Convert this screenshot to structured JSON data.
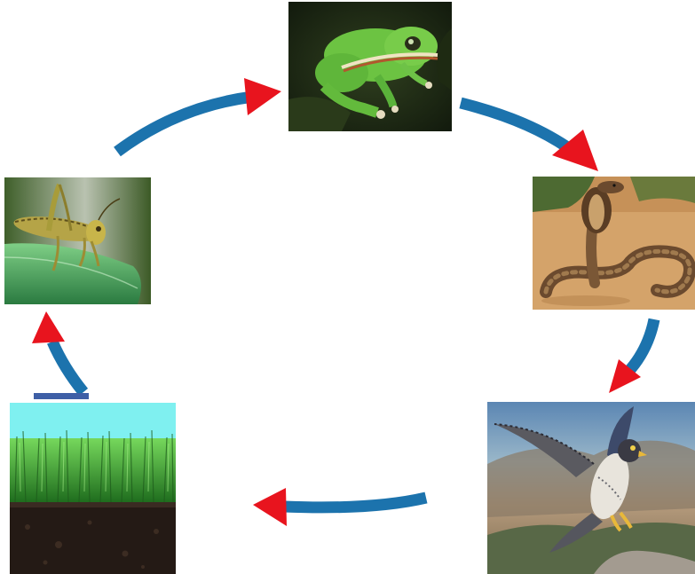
{
  "diagram": {
    "type": "food-chain-cycle",
    "organisms": [
      {
        "id": "frog",
        "icon": "frog-icon"
      },
      {
        "id": "cobra",
        "icon": "cobra-icon"
      },
      {
        "id": "falcon",
        "icon": "falcon-icon"
      },
      {
        "id": "grass",
        "icon": "grass-icon"
      },
      {
        "id": "grasshopper",
        "icon": "grasshopper-icon"
      }
    ],
    "links": [
      {
        "from": "grasshopper",
        "to": "frog"
      },
      {
        "from": "frog",
        "to": "cobra"
      },
      {
        "from": "cobra",
        "to": "falcon"
      },
      {
        "from": "falcon",
        "to": "grass"
      },
      {
        "from": "grass",
        "to": "grasshopper"
      }
    ],
    "colors": {
      "arrow_shaft": "#1c73ad",
      "arrow_head": "#e8141e",
      "blocker_bar": "#3e5fa6",
      "sky": "#7ff0f0",
      "grass": "#3fa83a",
      "soil": "#241a15"
    }
  }
}
